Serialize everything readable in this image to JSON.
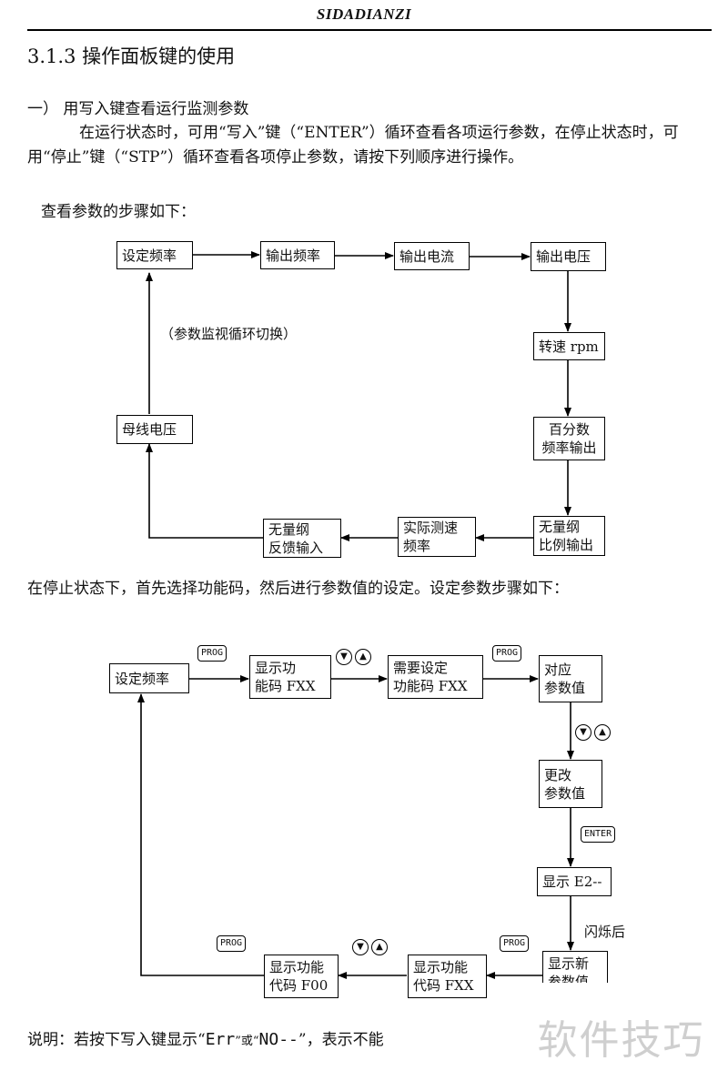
{
  "header": {
    "title": "SIDADIANZI"
  },
  "section": {
    "title": "3.1.3 操作面板键的使用"
  },
  "sub": {
    "title": "一）   用写入键查看运行监测参数"
  },
  "intro": {
    "para": "在运行状态时，可用“写入”键（“ENTER”）循环查看各项运行参数，在停止状态时，可用“停止”键（“STP”）循环查看各项停止参数，请按下列顺序进行操作。",
    "steps_label": "查看参数的步骤如下："
  },
  "diagram1": {
    "loop_label": "（参数监视循环切换）",
    "boxes": [
      {
        "lines": [
          "设定频率"
        ]
      },
      {
        "lines": [
          "输出频率"
        ]
      },
      {
        "lines": [
          "输出电流"
        ]
      },
      {
        "lines": [
          "输出电压"
        ]
      },
      {
        "lines": [
          "转速 rpm"
        ]
      },
      {
        "lines": [
          "百分数",
          "频率输出"
        ]
      },
      {
        "lines": [
          "无量纲",
          "比例输出"
        ]
      },
      {
        "lines": [
          "实际测速",
          "频率"
        ]
      },
      {
        "lines": [
          "无量纲",
          "反馈输入"
        ]
      },
      {
        "lines": [
          "母线电压"
        ]
      }
    ]
  },
  "para_stop": "在停止状态下，首先选择功能码，然后进行参数值的设定。设定参数步骤如下：",
  "diagram2": {
    "boxes": [
      {
        "lines": [
          "设定频率"
        ]
      },
      {
        "lines": [
          "显示功",
          "能码 FXX"
        ]
      },
      {
        "lines": [
          "需要设定",
          "功能码 FXX"
        ]
      },
      {
        "lines": [
          "对应",
          "参数值"
        ]
      },
      {
        "lines": [
          "更改",
          "参数值"
        ]
      },
      {
        "lines": [
          "显示 E2--"
        ]
      },
      {
        "lines": [
          "显示新",
          "参数值"
        ]
      },
      {
        "lines": [
          "显示功能",
          "代码 FXX"
        ]
      },
      {
        "lines": [
          "显示功能",
          "代码 F00"
        ]
      }
    ],
    "keys": {
      "prog": "PROG",
      "enter": "ENTER"
    },
    "flash_label": "闪烁后"
  },
  "note": {
    "prefix": "说明：若按下写入键显示“",
    "seg1": "Err",
    "mid": "”或“",
    "seg2": "NO--",
    "suffix": "”，表示不能"
  },
  "watermark": {
    "text": "软件技巧"
  }
}
